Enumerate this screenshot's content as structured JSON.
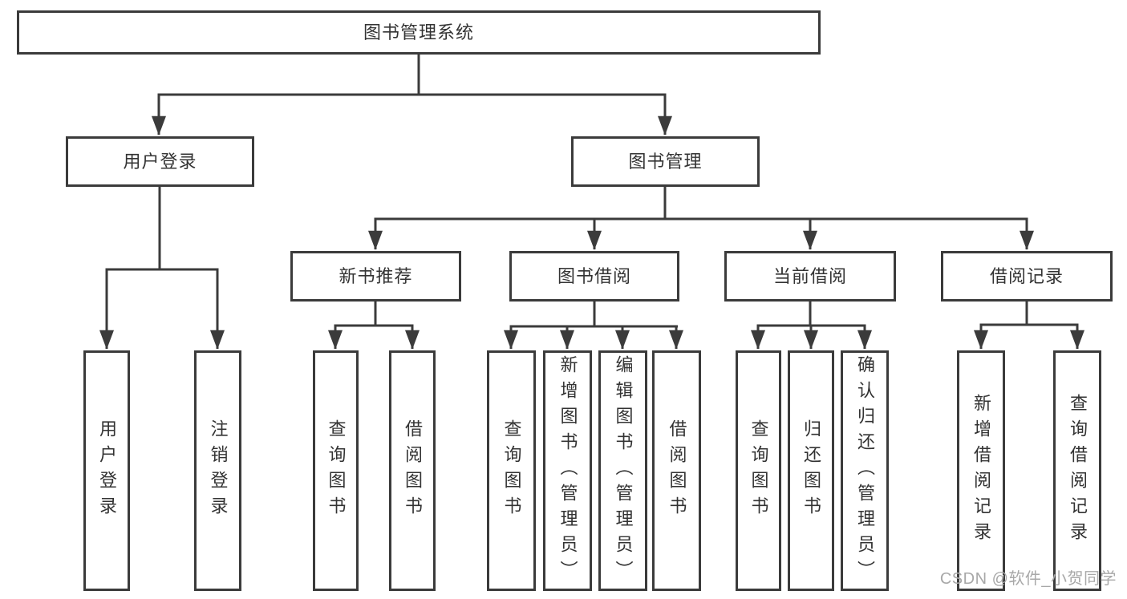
{
  "diagram": {
    "root": "图书管理系统",
    "branches": [
      {
        "label": "用户登录",
        "children": [
          "用户登录",
          "注销登录"
        ]
      },
      {
        "label": "图书管理",
        "sections": [
          {
            "label": "新书推荐",
            "children": [
              "查询图书",
              "借阅图书"
            ]
          },
          {
            "label": "图书借阅",
            "children": [
              "查询图书",
              "新增图书（管理员）",
              "编辑图书（管理员）",
              "借阅图书"
            ]
          },
          {
            "label": "当前借阅",
            "children": [
              "查询图书",
              "归还图书",
              "确认归还（管理员）"
            ]
          },
          {
            "label": "借阅记录",
            "children": [
              "新增借阅记录",
              "查询借阅记录"
            ]
          }
        ]
      }
    ]
  },
  "watermark": {
    "text": "CSDN @软件_小贺同学"
  },
  "colors": {
    "line": "#3b3b3b",
    "text": "#333333",
    "watermark": "#a8a8a8",
    "background": "#ffffff"
  }
}
